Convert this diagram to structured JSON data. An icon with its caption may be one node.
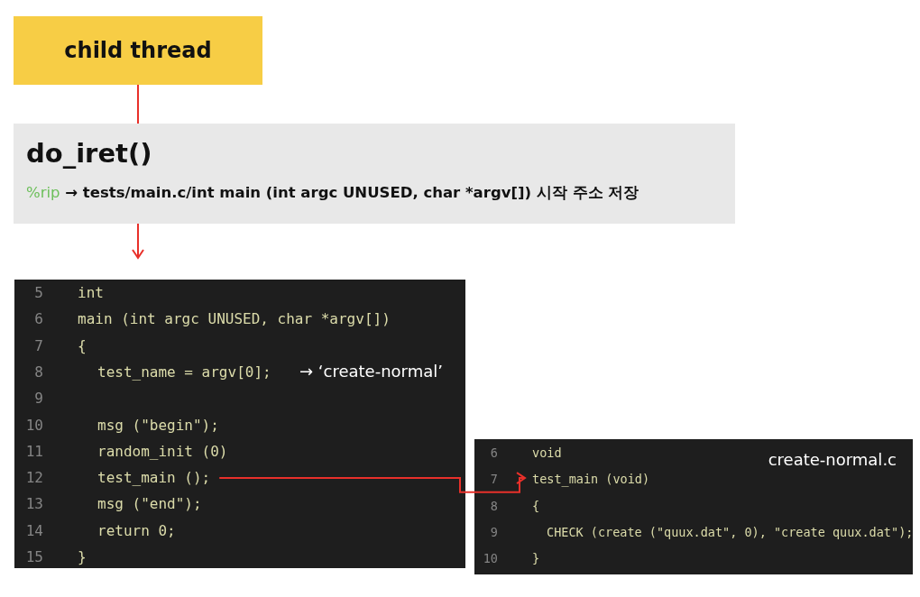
{
  "diagram": {
    "nodes": [
      {
        "text": [
          "child thread"
        ]
      },
      {
        "text": [
          "do_iret()",
          "%rip → tests/main.c/int main (int argc UNUSED, char *argv[]) 시작 주소 저장"
        ]
      },
      {
        "text": [
          "int",
          "main (int argc UNUSED, char *argv[])",
          "{",
          "test_name = argv[0];",
          "msg (\"begin\");",
          "random_init (0)",
          "msg (\"end\");",
          "return 0;",
          "}"
        ]
      },
      {
        "text": [
          "test_main ();"
        ],
        "in": 2
      },
      {
        "text": [
          "create-normal.c",
          "void",
          "{",
          "CHECK (create (\"quux.dat\", 0), \"create quux.dat\");",
          "}"
        ]
      },
      {
        "text": [
          "test_main (void)"
        ],
        "in": 4
      }
    ],
    "edges": [
      {
        "from": 0,
        "to": 1,
        "arrow": "none"
      },
      {
        "from": 1,
        "to": 2,
        "arrow": "to"
      },
      {
        "from": 3,
        "to": 5,
        "arrow": "to"
      }
    ],
    "labels": [
      "5",
      "6",
      "7",
      "8",
      "→ ‘create-normal’",
      "9",
      "10",
      "11",
      "12",
      "13",
      "14",
      "15",
      "6",
      "7",
      "8",
      "9",
      "10"
    ]
  }
}
